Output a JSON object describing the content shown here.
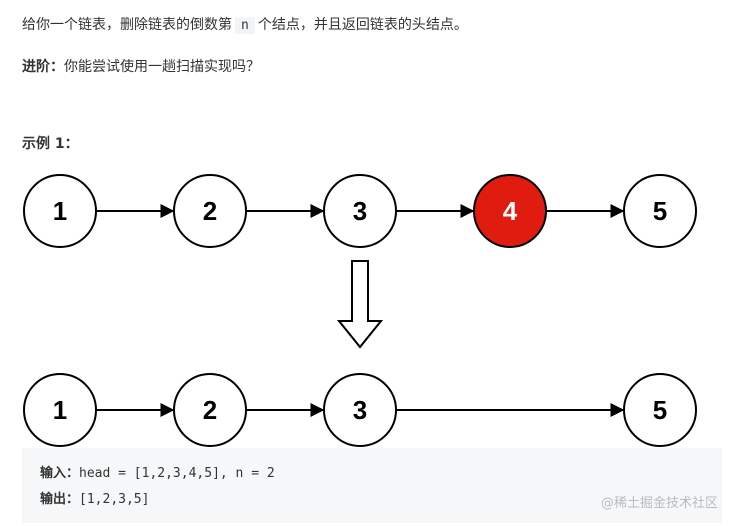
{
  "problem": {
    "intro_before": "给你一个链表，删除链表的倒数第",
    "intro_code": "n",
    "intro_after": "个结点，并且返回链表的头结点。",
    "advanced_label": "进阶：",
    "advanced_text": "你能尝试使用一趟扫描实现吗？"
  },
  "example": {
    "title": "示例 1：",
    "list_before": [
      "1",
      "2",
      "3",
      "4",
      "5"
    ],
    "highlighted_node": "4",
    "list_after": [
      "1",
      "2",
      "3",
      "5"
    ],
    "input_label": "输入：",
    "input_value": "head = [1,2,3,4,5], n = 2",
    "output_label": "输出：",
    "output_value": "[1,2,3,5]"
  },
  "colors": {
    "highlight_fill": "#e01b0f",
    "node_stroke": "#000000",
    "code_bg": "#f6f7f8"
  },
  "watermark": "@稀土掘金技术社区"
}
